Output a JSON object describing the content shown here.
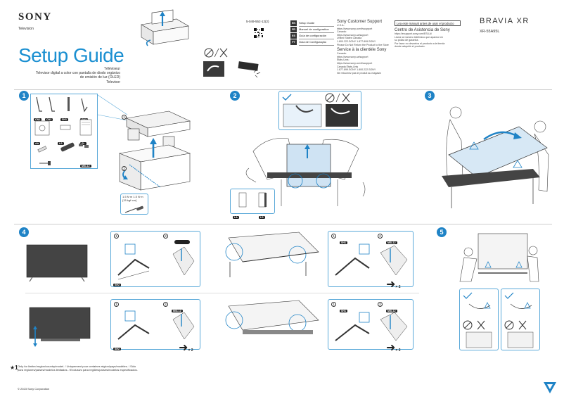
{
  "header": {
    "brand": "SONY",
    "category": "Television",
    "title": "Setup Guide",
    "subtitle_lines": [
      "Téléviseur",
      "Televisor digital a color con pantalla de diodo orgánico",
      "de emisión de luz (OLED)",
      "Televisor"
    ],
    "doc_number": "5-049-552-12(2)",
    "product_line": "BRAVIA XR",
    "model": "XR-55A95L"
  },
  "languages": [
    {
      "code": "EN",
      "name": "Setup Guide"
    },
    {
      "code": "FR",
      "name": "Manuel de configuration"
    },
    {
      "code": "ES",
      "name": "Guía de configuración"
    },
    {
      "code": "PT",
      "name": "Guia de Configuração"
    }
  ],
  "support": {
    "heading": "Sony Customer Support",
    "lines": [
      "U.S.A.:",
      "https://www.sony.com/tvsupport",
      "Canada:",
      "https://www.sony.ca/support",
      "United States  Canada",
      "1.800.222.SONY    1.877.899.SONY",
      "Please Do Not Return the Product to the Store"
    ],
    "heading_fr": "Service à la clientèle Sony",
    "lines_fr": [
      "Canada:",
      "https://www.sony.ca/support",
      "États-Unis:",
      "https://www.sony.com/tvsupport",
      "Canada                    États-Unis",
      "1.877.899.SONY       1.800.222.SONY",
      "Ne retournez pas le produit au magasin"
    ]
  },
  "spanish_box": {
    "read_first": "Lea este manual antes de usar el producto",
    "heading": "Centro de Asistencia de Sony",
    "url": "https://esupport.sony.com/ES/LA/",
    "lines": [
      "Llame al número telefónico que aparece en",
      "su póliza de garantía.",
      "Por favor no devuelva el producto a la tienda",
      "donde adquirió el producto."
    ]
  },
  "steps": {
    "s1": "1",
    "s2": "2",
    "s3": "3",
    "s4": "4",
    "s5": "5"
  },
  "step1": {
    "part_tags": [
      "CN1",
      "CN2",
      "SH1",
      "SH2",
      "AA",
      "LS",
      "SL",
      "MSL12"
    ],
    "screw_spec": [
      "1.5 N·m {15 kgf·cm}",
      "1.5 N·m 1.5 N·m",
      "{15 kgf·cm}"
    ],
    "sub1": "1",
    "sub2": "2"
  },
  "step2": {
    "tags": [
      "LA",
      "LS"
    ]
  },
  "step4": {
    "tags": [
      "SH2",
      "SH1",
      "MSL12",
      "SH2",
      "MSL12",
      "SH1",
      "MSL12"
    ],
    "x2": "× 2",
    "sub1": "1",
    "sub2": "2"
  },
  "footnote": {
    "mark": "★1",
    "line1": "Only for limited region/country/model. / Uniquement pour certaines région/pays/modèles. / Sólo",
    "line2": "para regiones/países/modelos limitados. / Exclusivo para regiões/países/modelos especificados."
  },
  "copyright": "© 2023 Sony Corporation",
  "colors": {
    "accent": "#1f83c6",
    "panel_border": "#5aa9d9",
    "title": "#1a8fd1"
  }
}
